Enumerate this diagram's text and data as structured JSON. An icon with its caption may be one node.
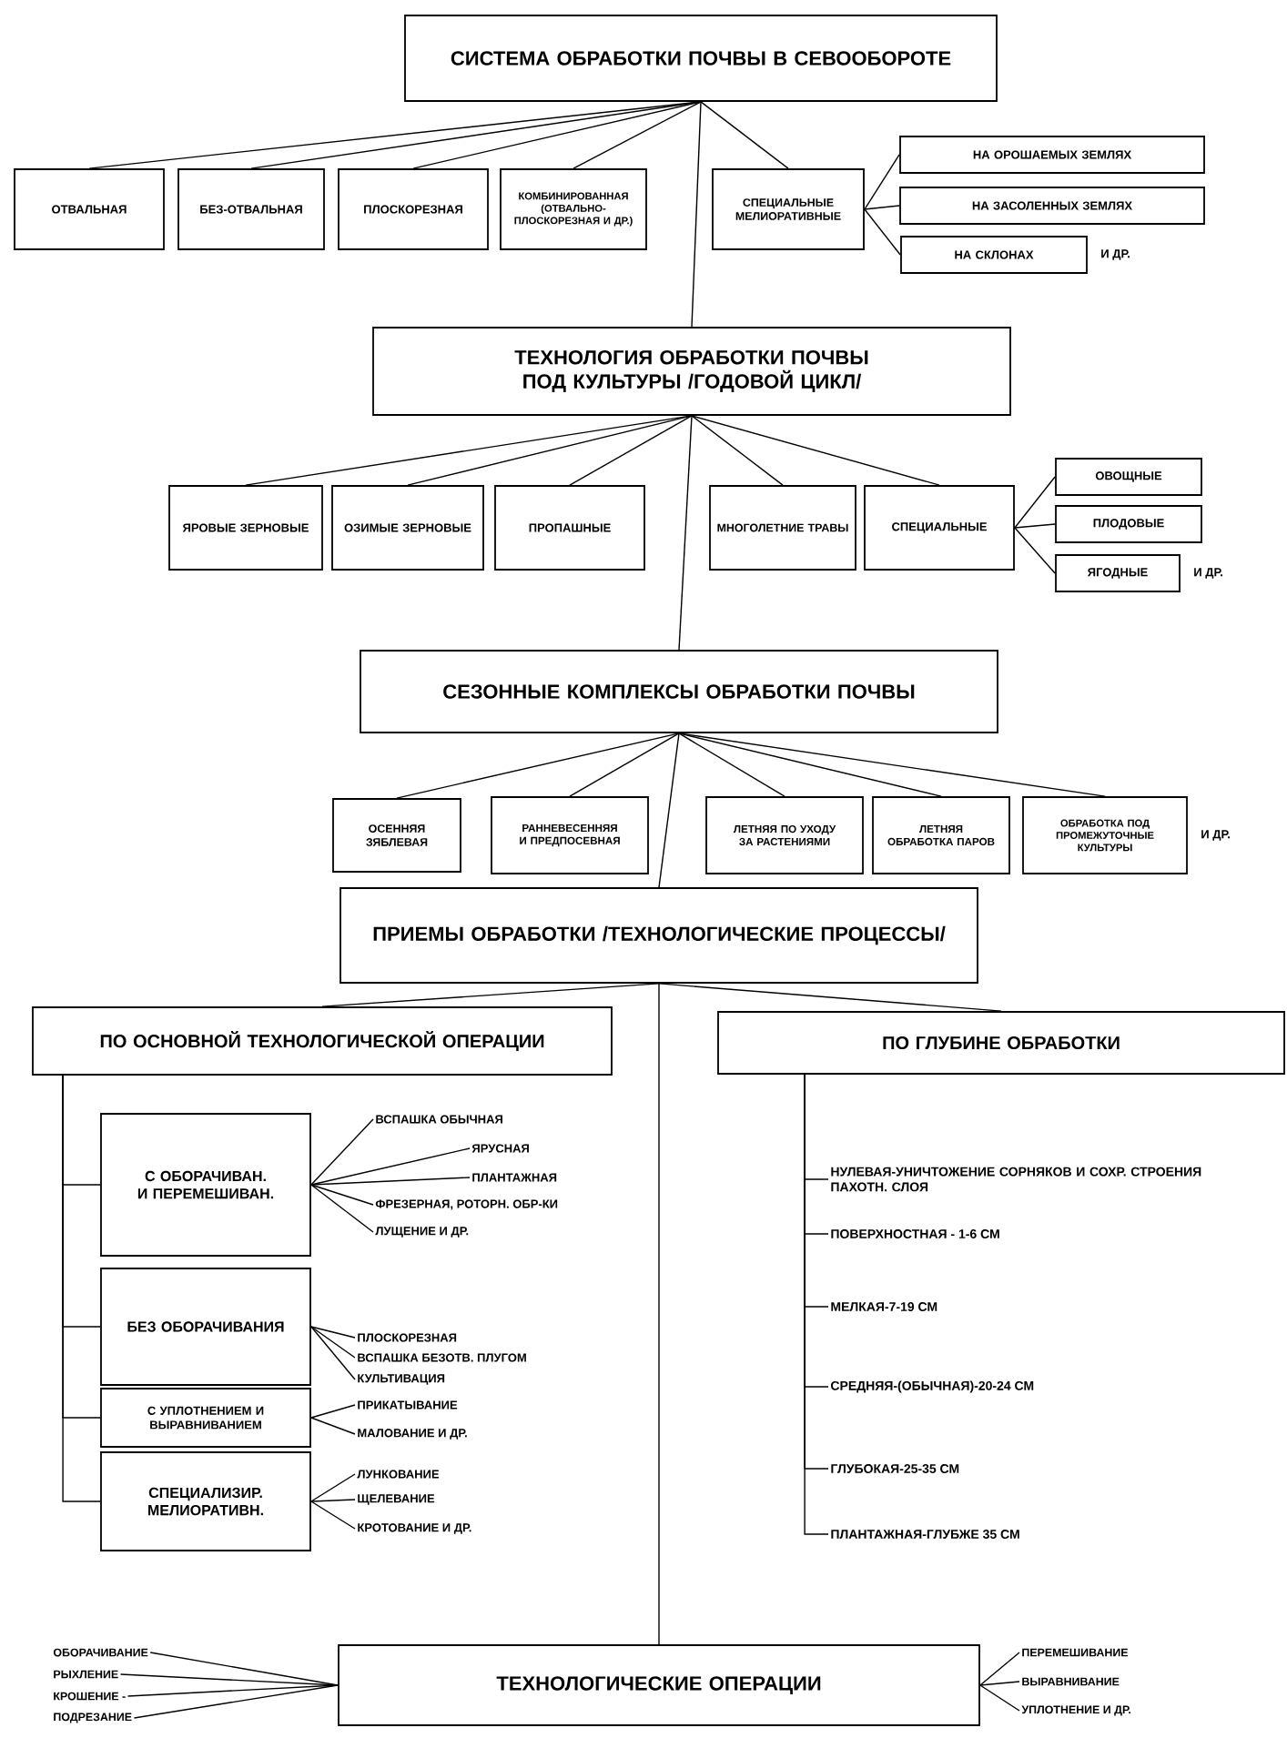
{
  "diagram": {
    "nodes": [
      {
        "text": [
          "СИСТЕМА ОБРАБОТКИ ПОЧВЫ В СЕВООБОРОТЕ"
        ]
      },
      {
        "text": [
          "ОТВАЛЬНАЯ"
        ]
      },
      {
        "text": [
          "БЕЗ-ОТВАЛЬНАЯ"
        ]
      },
      {
        "text": [
          "ПЛОСКОРЕЗНАЯ"
        ]
      },
      {
        "text": [
          "КОМБИНИРОВАННАЯ (ОТВАЛЬНО-ПЛОСКОРЕЗНАЯ И ДР.)"
        ]
      },
      {
        "text": [
          "СПЕЦИАЛЬНЫЕ МЕЛИОРАТИВНЫЕ"
        ]
      },
      {
        "text": [
          "НА ОРОШАЕМЫХ ЗЕМЛЯХ"
        ]
      },
      {
        "text": [
          "НА ЗАСОЛЕННЫХ ЗЕМЛЯХ"
        ]
      },
      {
        "text": [
          "НА СКЛОНАХ"
        ],
        "beside": [
          "И ДР."
        ]
      },
      {
        "text": [
          "ТЕХНОЛОГИЯ ОБРАБОТКИ ПОЧВЫ ПОД КУЛЬТУРЫ /ГОДОВОЙ ЦИКЛ/"
        ]
      },
      {
        "text": [
          "ЯРОВЫЕ ЗЕРНОВЫЕ"
        ]
      },
      {
        "text": [
          "ОЗИМЫЕ ЗЕРНОВЫЕ"
        ]
      },
      {
        "text": [
          "ПРОПАШНЫЕ"
        ]
      },
      {
        "text": [
          "МНОГОЛЕТНИЕ ТРАВЫ"
        ]
      },
      {
        "text": [
          "СПЕЦИАЛЬНЫЕ"
        ]
      },
      {
        "text": [
          "ОВОЩНЫЕ"
        ]
      },
      {
        "text": [
          "ПЛОДОВЫЕ"
        ]
      },
      {
        "text": [
          "ЯГОДНЫЕ"
        ],
        "beside": [
          "И ДР."
        ]
      },
      {
        "text": [
          "СЕЗОННЫЕ КОМПЛЕКСЫ ОБРАБОТКИ ПОЧВЫ"
        ]
      },
      {
        "text": [
          "ОСЕННЯЯ ЗЯБЛЕВАЯ"
        ]
      },
      {
        "text": [
          "РАННЕВЕСЕННЯЯ И ПРЕДПОСЕВНАЯ"
        ]
      },
      {
        "text": [
          "ЛЕТНЯЯ ПО УХОДУ ЗА РАСТЕНИЯМИ"
        ]
      },
      {
        "text": [
          "ЛЕТНЯЯ ОБРАБОТКА ПАРОВ"
        ]
      },
      {
        "text": [
          "ОБРАБОТКА ПОД ПРОМЕЖУТОЧНЫЕ КУЛЬТУРЫ"
        ],
        "beside": [
          "И ДР."
        ]
      },
      {
        "text": [
          "ПРИЕМЫ ОБРАБОТКИ /ТЕХНОЛОГИЧЕСКИЕ ПРОЦЕССЫ/"
        ]
      },
      {
        "text": [
          "ПО ОСНОВНОЙ ТЕХНОЛОГИЧЕСКОЙ ОПЕРАЦИИ"
        ]
      },
      {
        "text": [
          "ПО ГЛУБИНЕ ОБРАБОТКИ"
        ]
      },
      {
        "text": [
          "С ОБОРАЧИВАН. И ПЕРЕМЕШИВАН."
        ]
      },
      {
        "text": [
          "БЕЗ ОБОРАЧИВАНИЯ"
        ]
      },
      {
        "text": [
          "С УПЛОТНЕНИЕМ И ВЫРАВНИВАНИЕМ"
        ]
      },
      {
        "text": [
          "СПЕЦИАЛИЗИР. МЕЛИОРАТИВН."
        ]
      },
      {
        "text": [
          "ВСПАШКА ОБЫЧНАЯ"
        ]
      },
      {
        "text": [
          "ЯРУСНАЯ"
        ]
      },
      {
        "text": [
          "ПЛАНТАЖНАЯ"
        ]
      },
      {
        "text": [
          "ФРЕЗЕРНАЯ, РОТОРН. ОБР-КИ"
        ]
      },
      {
        "text": [
          "ЛУЩЕНИЕ И ДР."
        ]
      },
      {
        "text": [
          "ПЛОСКОРЕЗНАЯ"
        ]
      },
      {
        "text": [
          "ВСПАШКА БЕЗОТВ. ПЛУГОМ"
        ]
      },
      {
        "text": [
          "КУЛЬТИВАЦИЯ"
        ]
      },
      {
        "text": [
          "ПРИКАТЫВАНИЕ"
        ]
      },
      {
        "text": [
          "МАЛОВАНИЕ И ДР."
        ]
      },
      {
        "text": [
          "ЛУНКОВАНИЕ"
        ]
      },
      {
        "text": [
          "ЩЕЛЕВАНИЕ"
        ]
      },
      {
        "text": [
          "КРОТОВАНИЕ И ДР."
        ]
      },
      {
        "text": [
          "НУЛЕВАЯ-УНИЧТОЖЕНИЕ СОРНЯКОВ И СОХР. СТРОЕНИЯ ПАХОТН. СЛОЯ"
        ]
      },
      {
        "text": [
          "ПОВЕРХНОСТНАЯ - 1-6 СМ"
        ]
      },
      {
        "text": [
          "МЕЛКАЯ-7-19 СМ"
        ]
      },
      {
        "text": [
          "СРЕДНЯЯ-(ОБЫЧНАЯ)-20-24 СМ"
        ]
      },
      {
        "text": [
          "ГЛУБОКАЯ-25-35 СМ"
        ]
      },
      {
        "text": [
          "ПЛАНТАЖНАЯ-ГЛУБЖЕ 35 СМ"
        ]
      },
      {
        "text": [
          "ТЕХНОЛОГИЧЕСКИЕ ОПЕРАЦИИ"
        ]
      },
      {
        "text": [
          "ОБОРАЧИВАНИЕ"
        ]
      },
      {
        "text": [
          "РЫХЛЕНИЕ"
        ]
      },
      {
        "text": [
          "КРОШЕНИЕ -"
        ]
      },
      {
        "text": [
          "ПОДРЕЗАНИЕ"
        ]
      },
      {
        "text": [
          "ПЕРЕМЕШИВАНИЕ"
        ]
      },
      {
        "text": [
          "ВЫРАВНИВАНИЕ"
        ]
      },
      {
        "text": [
          "УПЛОТНЕНИЕ И ДР."
        ]
      }
    ],
    "edges": [
      {
        "from": 0,
        "to": 1,
        "arrow": "none"
      },
      {
        "from": 0,
        "to": 2,
        "arrow": "none"
      },
      {
        "from": 0,
        "to": 3,
        "arrow": "none"
      },
      {
        "from": 0,
        "to": 4,
        "arrow": "none"
      },
      {
        "from": 0,
        "to": 5,
        "arrow": "none"
      },
      {
        "from": 0,
        "to": 9,
        "arrow": "none"
      },
      {
        "from": 5,
        "to": 6,
        "arrow": "none"
      },
      {
        "from": 5,
        "to": 7,
        "arrow": "none"
      },
      {
        "from": 5,
        "to": 8,
        "arrow": "none"
      },
      {
        "from": 9,
        "to": 10,
        "arrow": "none"
      },
      {
        "from": 9,
        "to": 11,
        "arrow": "none"
      },
      {
        "from": 9,
        "to": 12,
        "arrow": "none"
      },
      {
        "from": 9,
        "to": 13,
        "arrow": "none"
      },
      {
        "from": 9,
        "to": 14,
        "arrow": "none"
      },
      {
        "from": 9,
        "to": 18,
        "arrow": "none"
      },
      {
        "from": 14,
        "to": 15,
        "arrow": "none"
      },
      {
        "from": 14,
        "to": 16,
        "arrow": "none"
      },
      {
        "from": 14,
        "to": 17,
        "arrow": "none"
      },
      {
        "from": 18,
        "to": 19,
        "arrow": "none"
      },
      {
        "from": 18,
        "to": 20,
        "arrow": "none"
      },
      {
        "from": 18,
        "to": 21,
        "arrow": "none"
      },
      {
        "from": 18,
        "to": 22,
        "arrow": "none"
      },
      {
        "from": 18,
        "to": 23,
        "arrow": "none"
      },
      {
        "from": 18,
        "to": 24,
        "arrow": "none"
      },
      {
        "from": 24,
        "to": 25,
        "arrow": "none"
      },
      {
        "from": 24,
        "to": 26,
        "arrow": "none"
      },
      {
        "from": 24,
        "to": 50,
        "arrow": "none"
      },
      {
        "from": 25,
        "to": 27,
        "arrow": "none"
      },
      {
        "from": 25,
        "to": 28,
        "arrow": "none"
      },
      {
        "from": 25,
        "to": 29,
        "arrow": "none"
      },
      {
        "from": 25,
        "to": 30,
        "arrow": "none"
      },
      {
        "from": 27,
        "to": 31,
        "arrow": "none"
      },
      {
        "from": 27,
        "to": 32,
        "arrow": "none"
      },
      {
        "from": 27,
        "to": 33,
        "arrow": "none"
      },
      {
        "from": 27,
        "to": 34,
        "arrow": "none"
      },
      {
        "from": 27,
        "to": 35,
        "arrow": "none"
      },
      {
        "from": 28,
        "to": 36,
        "arrow": "none"
      },
      {
        "from": 28,
        "to": 37,
        "arrow": "none"
      },
      {
        "from": 28,
        "to": 38,
        "arrow": "none"
      },
      {
        "from": 29,
        "to": 39,
        "arrow": "none"
      },
      {
        "from": 29,
        "to": 40,
        "arrow": "none"
      },
      {
        "from": 30,
        "to": 41,
        "arrow": "none"
      },
      {
        "from": 30,
        "to": 42,
        "arrow": "none"
      },
      {
        "from": 30,
        "to": 43,
        "arrow": "none"
      },
      {
        "from": 26,
        "to": 44,
        "arrow": "none"
      },
      {
        "from": 26,
        "to": 45,
        "arrow": "none"
      },
      {
        "from": 26,
        "to": 46,
        "arrow": "none"
      },
      {
        "from": 26,
        "to": 47,
        "arrow": "none"
      },
      {
        "from": 26,
        "to": 48,
        "arrow": "none"
      },
      {
        "from": 26,
        "to": 49,
        "arrow": "none"
      },
      {
        "from": 51,
        "to": 50,
        "arrow": "none"
      },
      {
        "from": 52,
        "to": 50,
        "arrow": "none"
      },
      {
        "from": 53,
        "to": 50,
        "arrow": "none"
      },
      {
        "from": 54,
        "to": 50,
        "arrow": "none"
      },
      {
        "from": 50,
        "to": 55,
        "arrow": "none"
      },
      {
        "from": 50,
        "to": 56,
        "arrow": "none"
      },
      {
        "from": 50,
        "to": 57,
        "arrow": "none"
      }
    ]
  }
}
